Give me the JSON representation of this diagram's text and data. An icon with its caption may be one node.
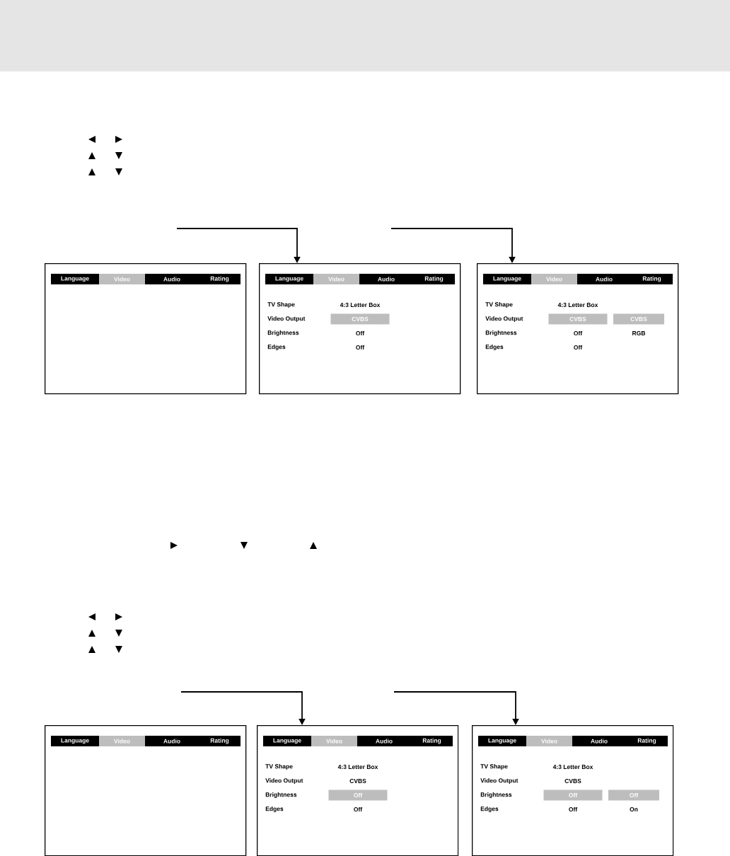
{
  "diagram": {
    "nodes": [
      {
        "text": [
          "Language",
          "Audio",
          "Rating"
        ]
      },
      {
        "text": [
          "Video"
        ],
        "in": 0
      },
      {
        "text": [
          "Language",
          "Audio",
          "Rating",
          "TV Shape",
          "4:3 Letter Box",
          "Video Output",
          "Brightness",
          "Off",
          "Edges",
          "Off"
        ]
      },
      {
        "text": [
          "Video"
        ],
        "in": 2
      },
      {
        "text": [
          "CVBS"
        ],
        "in": 2
      },
      {
        "text": [
          "Language",
          "Audio",
          "Rating",
          "TV Shape",
          "4:3 Letter Box",
          "Video Output",
          "Brightness",
          "Off",
          "RGB",
          "Edges",
          "Off"
        ]
      },
      {
        "text": [
          "Video"
        ],
        "in": 5
      },
      {
        "text": [
          "CVBS"
        ],
        "in": 5
      },
      {
        "text": [
          "CVBS"
        ],
        "in": 5
      },
      {
        "text": [
          "Language",
          "Audio",
          "Rating"
        ]
      },
      {
        "text": [
          "Video"
        ],
        "in": 9
      },
      {
        "text": [
          "Language",
          "Audio",
          "Rating",
          "TV Shape",
          "4:3 Letter Box",
          "Video Output",
          "CVBS",
          "Brightness",
          "Edges",
          "Off"
        ]
      },
      {
        "text": [
          "Video"
        ],
        "in": 11
      },
      {
        "text": [
          "Off"
        ],
        "in": 11
      },
      {
        "text": [
          "Language",
          "Audio",
          "Rating",
          "TV Shape",
          "4:3 Letter Box",
          "Video Output",
          "CVBS",
          "Brightness",
          "Edges",
          "Off",
          "On"
        ]
      },
      {
        "text": [
          "Video"
        ],
        "in": 14
      },
      {
        "text": [
          "Off"
        ],
        "in": 14
      },
      {
        "text": [
          "Off"
        ],
        "in": 14
      }
    ],
    "edges": [
      {
        "from": null,
        "to": 2,
        "arrow": "to"
      },
      {
        "from": null,
        "to": 5,
        "arrow": "to"
      },
      {
        "from": null,
        "to": 11,
        "arrow": "to"
      },
      {
        "from": null,
        "to": 14,
        "arrow": "to"
      }
    ]
  }
}
